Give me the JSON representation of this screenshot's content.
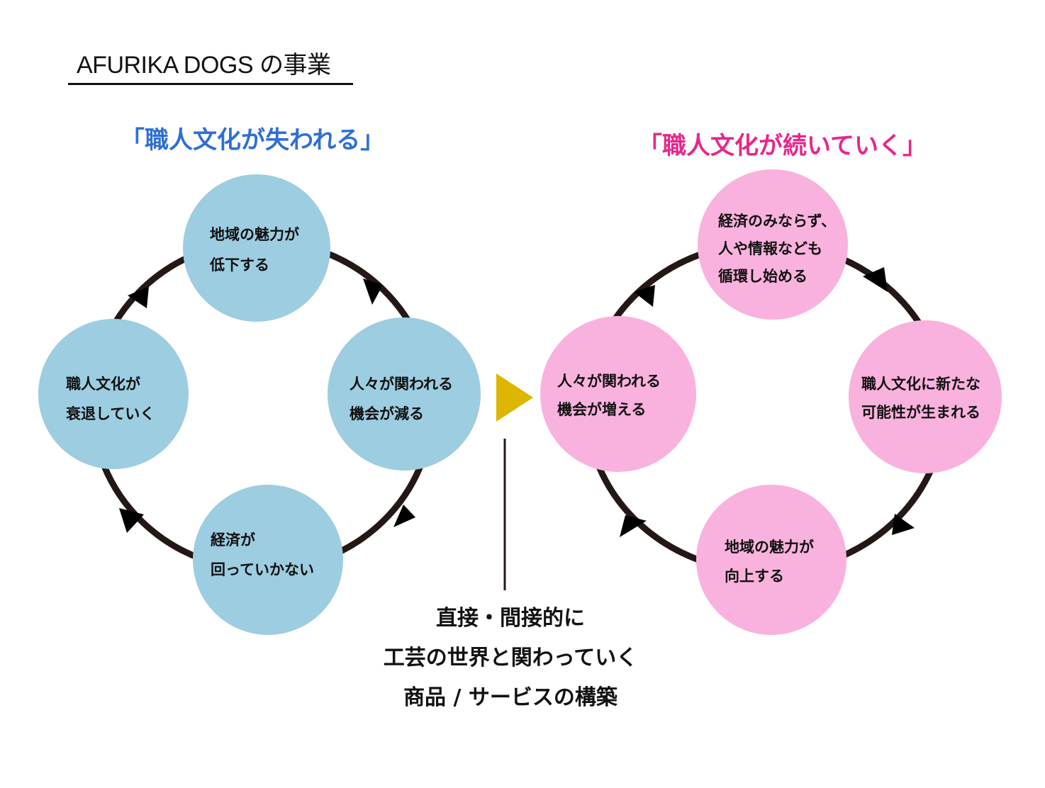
{
  "page": {
    "title": "AFURIKA DOGS の事業"
  },
  "colors": {
    "left_heading": "#2f6fd3",
    "right_heading": "#e8268a",
    "left_node_fill": "#9dcde0",
    "right_node_fill": "#f9b2dd",
    "ring_stroke": "#231815",
    "transition_arrow": "#dcb600"
  },
  "left_cycle": {
    "heading": "「職人文化が失われる」",
    "nodes": [
      {
        "position": "top",
        "lines": [
          "地域の魅力が",
          "低下する"
        ]
      },
      {
        "position": "right",
        "lines": [
          "人々が関われる",
          "機会が減る"
        ]
      },
      {
        "position": "bottom",
        "lines": [
          "経済が",
          "回っていかない"
        ]
      },
      {
        "position": "left",
        "lines": [
          "職人文化が",
          "衰退していく"
        ]
      }
    ],
    "direction": "clockwise"
  },
  "right_cycle": {
    "heading": "「職人文化が続いていく」",
    "nodes": [
      {
        "position": "top",
        "lines": [
          "経済のみならず、",
          "人や情報なども",
          "循環し始める"
        ]
      },
      {
        "position": "right",
        "lines": [
          "職人文化に新たな",
          "可能性が生まれる"
        ]
      },
      {
        "position": "bottom",
        "lines": [
          "地域の魅力が",
          "向上する"
        ]
      },
      {
        "position": "left",
        "lines": [
          "人々が関われる",
          "機会が増える"
        ]
      }
    ],
    "direction": "clockwise"
  },
  "transition": {
    "icon": "triangle-right-icon",
    "caption_lines": [
      "直接・間接的に",
      "工芸の世界と関わっていく",
      "商品 / サービスの構築"
    ]
  }
}
